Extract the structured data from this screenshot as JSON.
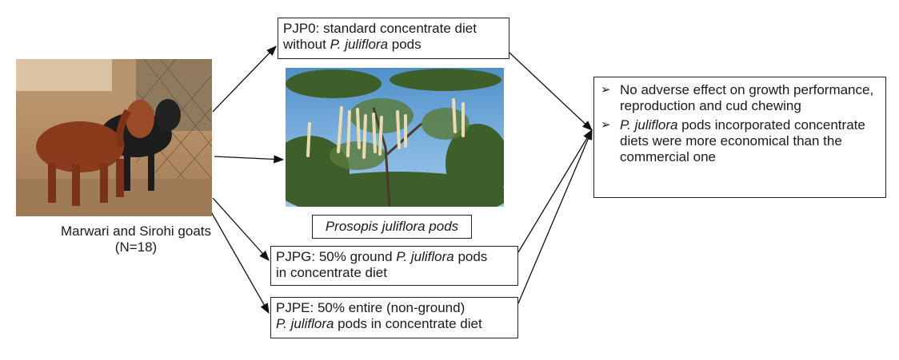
{
  "treatments": {
    "pjp0": {
      "line1": "PJP0: standard concentrate diet",
      "line2_pre": "without ",
      "line2_species": "P. juliflora",
      "line2_post": " pods"
    },
    "pjpg": {
      "line1_pre": "PJPG: 50% ground ",
      "line1_species": "P. juliflora",
      "line1_post": " pods",
      "line2": "in concentrate diet"
    },
    "pjpe": {
      "line1": "PJPE: 50% entire (non-ground)",
      "line2_species": "P. juliflora",
      "line2_post": " pods in concentrate diet"
    }
  },
  "results": {
    "item1": "No adverse effect  on growth performance, reproduction and cud chewing",
    "item2_species": "P. juliflora",
    "item2_rest": " pods incorporated concentrate diets were more economical than the commercial one"
  },
  "captions": {
    "pods": "Prosopis juliflora pods",
    "goats_line1": "Marwari and Sirohi goats",
    "goats_line2": "(N=18)"
  },
  "icons": {
    "bullet": "arrowhead-bullet-icon"
  },
  "colors": {
    "border": "#222222",
    "arrow": "#111111"
  }
}
